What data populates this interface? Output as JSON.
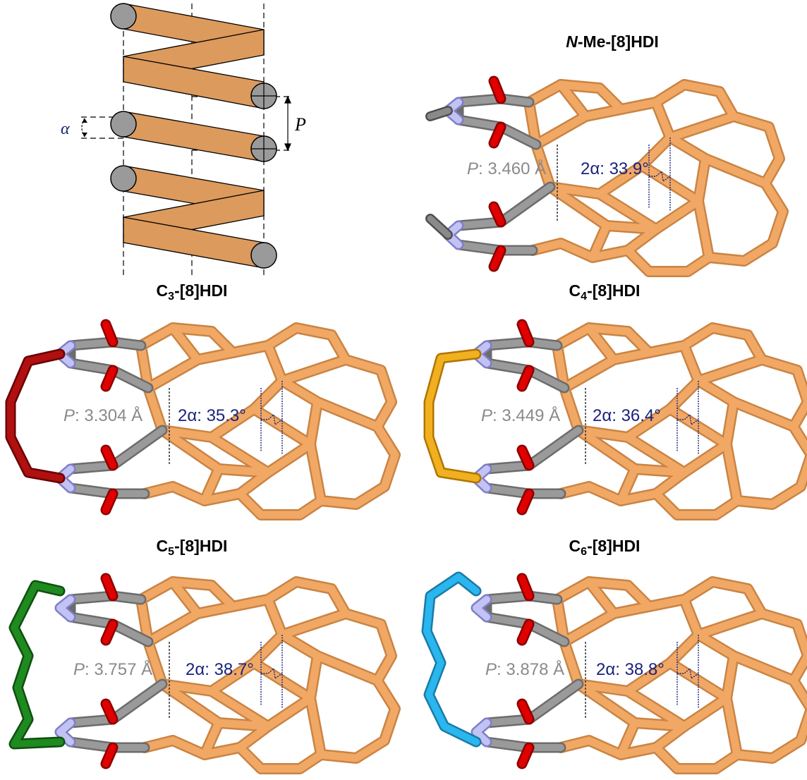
{
  "helix_schematic": {
    "pitch_label": "P",
    "angle_label": "α",
    "rod_color": "#dc9a5c",
    "node_color": "#9a9a9a"
  },
  "panels": [
    {
      "id": "nme",
      "title_prefix": "N",
      "title_suffix": "-Me-[8]HDI",
      "p_label": "P",
      "p_value": ": 3.460 Å",
      "a_label": "2α",
      "a_value": ": 33.9°",
      "linker_color": "#808080"
    },
    {
      "id": "c3",
      "title_main": "C",
      "title_sub": "3",
      "title_suffix": "-[8]HDI",
      "p_label": "P",
      "p_value": ": 3.304 Å",
      "a_label": "2α",
      "a_value": ": 35.3°",
      "linker_color": "#b01010"
    },
    {
      "id": "c4",
      "title_main": "C",
      "title_sub": "4",
      "title_suffix": "-[8]HDI",
      "p_label": "P",
      "p_value": ": 3.449 Å",
      "a_label": "2α",
      "a_value": ": 36.4°",
      "linker_color": "#f0b020"
    },
    {
      "id": "c5",
      "title_main": "C",
      "title_sub": "5",
      "title_suffix": "-[8]HDI",
      "p_label": "P",
      "p_value": ": 3.757 Å",
      "a_label": "2α",
      "a_value": ": 38.7°",
      "linker_color": "#1f7a1f"
    },
    {
      "id": "c6",
      "title_main": "C",
      "title_sub": "6",
      "title_suffix": "-[8]HDI",
      "p_label": "P",
      "p_value": ": 3.878 Å",
      "a_label": "2α",
      "a_value": ": 38.8°",
      "linker_color": "#2aaee6"
    }
  ],
  "colors": {
    "carbon_ring": "#f2a865",
    "carbon_gray": "#8c8c8c",
    "oxygen": "#e00000",
    "nitrogen": "#b0b0f0",
    "measure": "#1a237e"
  }
}
